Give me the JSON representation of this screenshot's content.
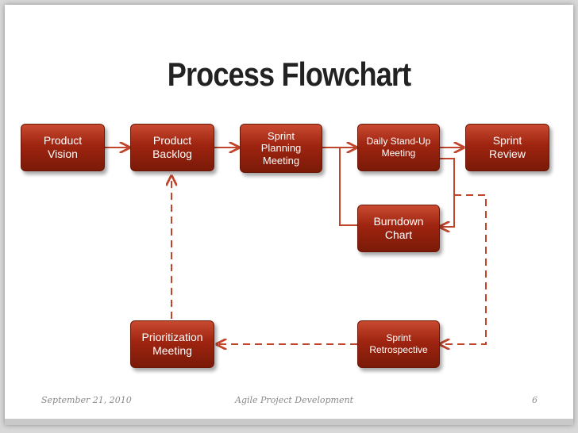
{
  "title": "Process Flowchart",
  "nodes": {
    "product_vision": "Product\nVision",
    "product_backlog": "Product\nBacklog",
    "sprint_planning": "Sprint\nPlanning\nMeeting",
    "daily_standup": "Daily Stand-Up\nMeeting",
    "sprint_review": "Sprint\nReview",
    "burndown_chart": "Burndown\nChart",
    "prioritization_meeting": "Prioritization\nMeeting",
    "sprint_retrospective": "Sprint\nRetrospective"
  },
  "footer": {
    "date": "September 21, 2010",
    "course": "Agile Project Development",
    "page_number": "6"
  },
  "colors": {
    "box_fill": "#9e2410",
    "connector": "#c0452b",
    "title": "#222222"
  }
}
